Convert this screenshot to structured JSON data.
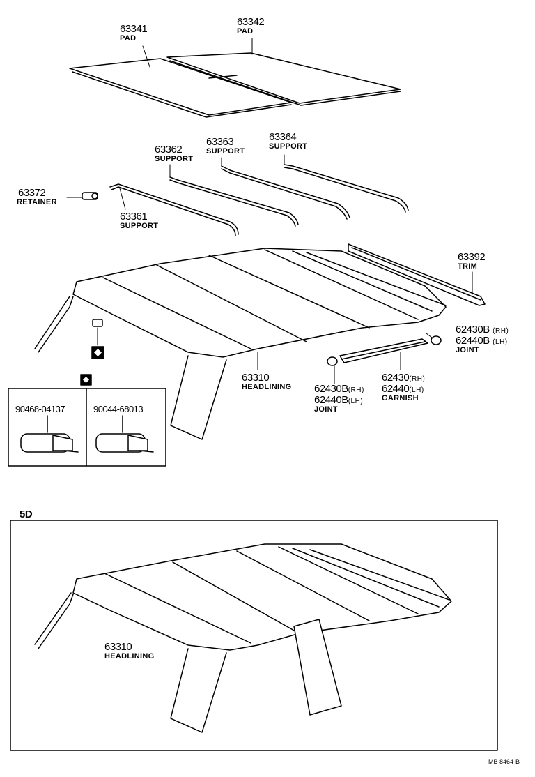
{
  "parts": {
    "p63341": {
      "number": "63341",
      "name": "PAD"
    },
    "p63342": {
      "number": "63342",
      "name": "PAD"
    },
    "p63362": {
      "number": "63362",
      "name": "SUPPORT"
    },
    "p63363": {
      "number": "63363",
      "name": "SUPPORT"
    },
    "p63364": {
      "number": "63364",
      "name": "SUPPORT"
    },
    "p63372": {
      "number": "63372",
      "name": "RETAINER"
    },
    "p63361": {
      "number": "63361",
      "name": "SUPPORT"
    },
    "p63392": {
      "number": "63392",
      "name": "TRIM"
    },
    "joint_right": {
      "line1": "62430B",
      "line1_suffix": "(RH)",
      "line2": "62440B",
      "line2_suffix": "(LH)",
      "name": "JOINT"
    },
    "p63310": {
      "number": "63310",
      "name": "HEADLINING"
    },
    "joint_left": {
      "line1": "62430B",
      "line1_suffix": "(RH)",
      "line2": "62440B",
      "line2_suffix": "(LH)",
      "name": "JOINT"
    },
    "garnish": {
      "line1": "62430",
      "line1_suffix": "(RH)",
      "line2": "62440",
      "line2_suffix": "(LH)",
      "name": "GARNISH"
    }
  },
  "clip_box": {
    "left_part": "90468-04137",
    "right_part": "90044-68013"
  },
  "variant": {
    "label": "5D",
    "number": "63310",
    "name": "HEADLINING"
  },
  "figure_ref": "MB 8464-B"
}
